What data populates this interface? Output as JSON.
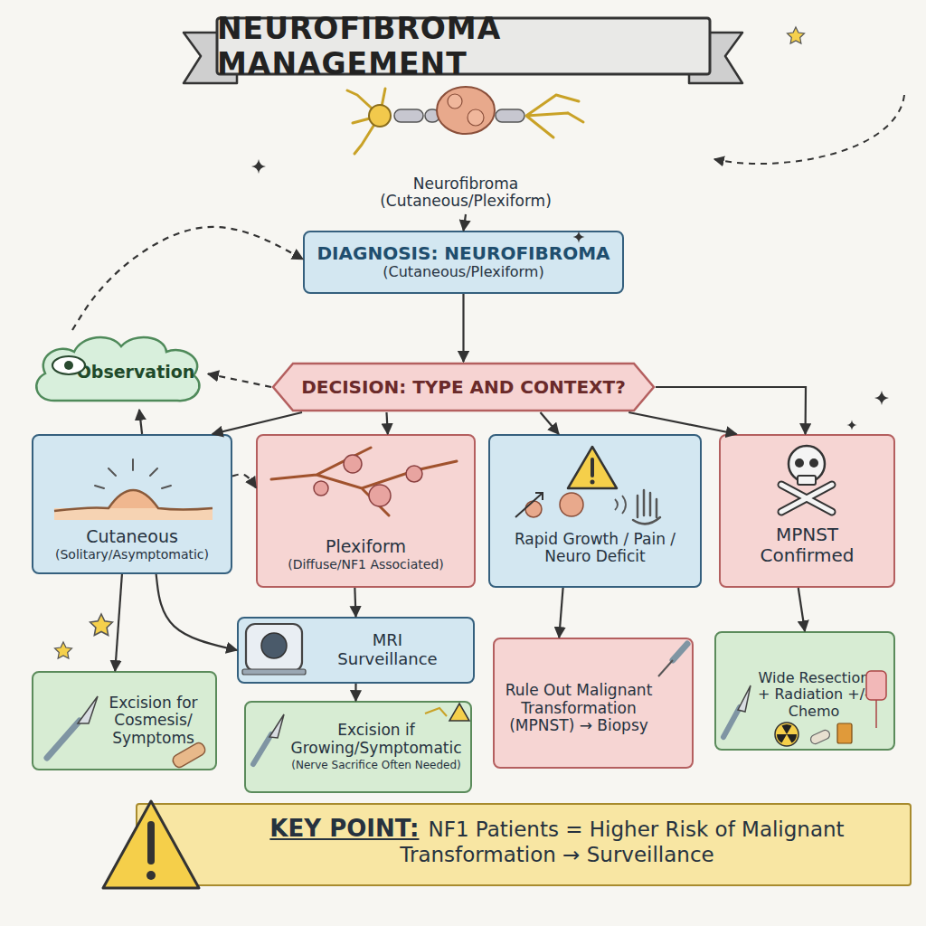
{
  "diagram": {
    "title": "NEUROFIBROMA MANAGEMENT",
    "nodes": [
      {
        "text": [
          "Neurofibroma (Cutaneous/Plexiform)"
        ]
      },
      {
        "text": [
          "DIAGNOSIS: NEUROFIBROMA",
          "(Cutaneous/Plexiform)"
        ]
      },
      {
        "text": [
          "Observation"
        ]
      },
      {
        "text": [
          "DECISION: TYPE AND CONTEXT?"
        ]
      },
      {
        "text": [
          "Cutaneous",
          "(Solitary/Asymptomatic)"
        ]
      },
      {
        "text": [
          "Plexiform",
          "(Diffuse/NF1 Associated)"
        ]
      },
      {
        "text": [
          "Rapid Growth / Pain / Neuro Deficit"
        ]
      },
      {
        "text": [
          "MPNST Confirmed"
        ]
      },
      {
        "text": [
          "MRI Surveillance"
        ]
      },
      {
        "text": [
          "Excision for Cosmesis/ Symptoms"
        ]
      },
      {
        "text": [
          "Excision if Growing/Symptomatic",
          "(Nerve Sacrifice Often Needed)"
        ]
      },
      {
        "text": [
          "Rule Out Malignant Transformation (MPNST) → Biopsy"
        ]
      },
      {
        "text": [
          "Wide Resection + Radiation +/- Chemo"
        ]
      },
      {
        "text": [
          "KEY POINT:",
          "NF1 Patients = Higher Risk of Malignant Transformation → Surveillance"
        ]
      }
    ],
    "edges": [
      {
        "from": 0,
        "to": 1,
        "arrow": "to"
      },
      {
        "from": 1,
        "to": 3,
        "arrow": "to"
      },
      {
        "from": 3,
        "to": 4,
        "arrow": "to"
      },
      {
        "from": 3,
        "to": 5,
        "arrow": "to"
      },
      {
        "from": 3,
        "to": 6,
        "arrow": "to"
      },
      {
        "from": 3,
        "to": 7,
        "arrow": "to"
      },
      {
        "from": 3,
        "to": 7,
        "arrow": "to"
      },
      {
        "from": 4,
        "to": 2,
        "arrow": "to"
      },
      {
        "from": 2,
        "to": 1,
        "arrow": "to"
      },
      {
        "from": 3,
        "to": 2,
        "arrow": "to"
      },
      {
        "from": 4,
        "to": 9,
        "arrow": "to"
      },
      {
        "from": 4,
        "to": 8,
        "arrow": "to"
      },
      {
        "from": 4,
        "to": 5,
        "arrow": "to"
      },
      {
        "from": 5,
        "to": 8,
        "arrow": "to"
      },
      {
        "from": 8,
        "to": 10,
        "arrow": "to"
      },
      {
        "from": 6,
        "to": 11,
        "arrow": "to"
      },
      {
        "from": 7,
        "to": 12,
        "arrow": "to"
      }
    ]
  }
}
